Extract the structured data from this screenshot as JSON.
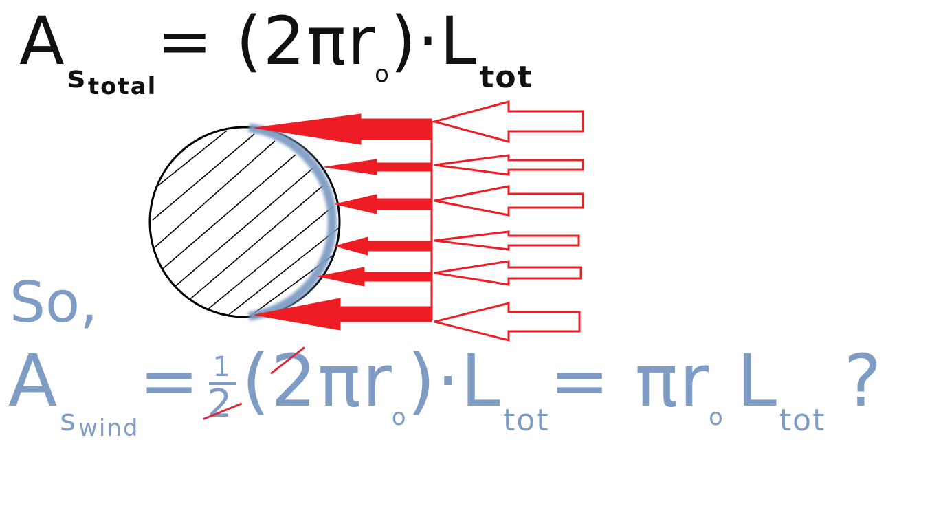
{
  "formula_top": {
    "lead": "A",
    "sub": "s",
    "sub2": "total",
    "rhs1": "= (2πr",
    "r_sub": "o",
    "rhs2": ")·L",
    "l_sub": "tot"
  },
  "note_so": "So,",
  "formula_wind": {
    "lead": "A",
    "sub": "s",
    "sub2": "wind",
    "eq1": "=",
    "frac_num": "1",
    "frac_den": "2",
    "paren_open": "(",
    "two": "2",
    "pi_r": "πr",
    "r_sub": "o",
    "rhs2": ")·L",
    "l_sub": "tot",
    "eq2": "= πr",
    "r_sub2": "o",
    "l2": "L",
    "l_sub2": "tot",
    "question": "?"
  },
  "colors": {
    "ink_black": "#111111",
    "ink_blue": "#7f9cc4",
    "arrow_red": "#ee1c24",
    "highlight_blue": "#7f9cc4"
  }
}
